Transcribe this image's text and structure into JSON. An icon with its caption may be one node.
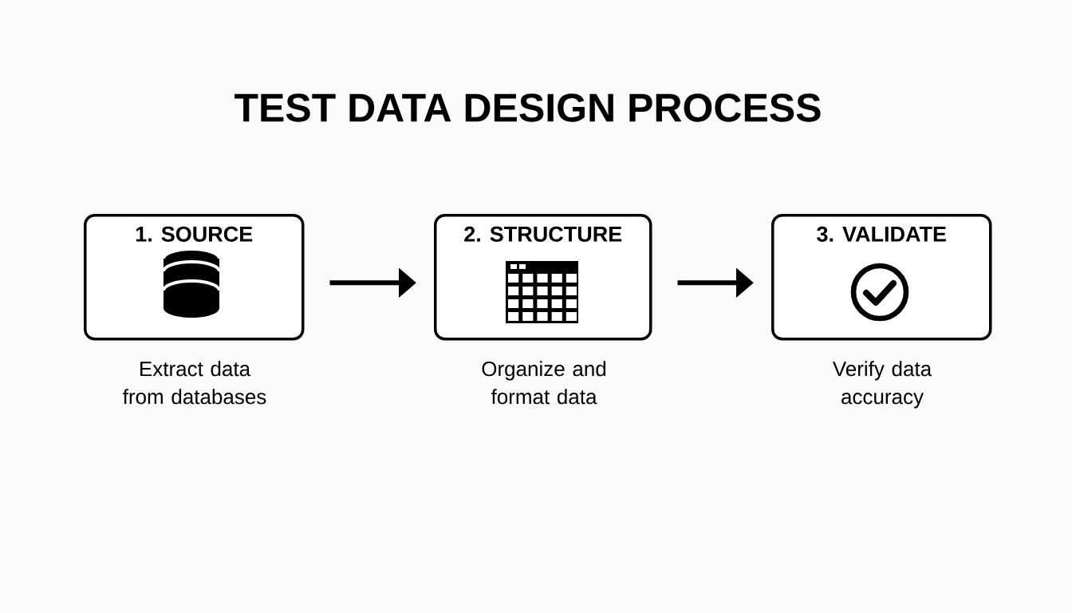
{
  "diagram": {
    "title": "TEST DATA DESIGN PROCESS",
    "nodes": [
      {
        "text": [
          "1. SOURCE"
        ],
        "beside": [
          "Extract data from databases"
        ]
      },
      {
        "text": [
          "2. STRUCTURE"
        ],
        "beside": [
          "Organize and format data"
        ]
      },
      {
        "text": [
          "3. VALIDATE"
        ],
        "beside": [
          "Verify data accuracy"
        ]
      }
    ],
    "edges": [
      {
        "from": 0,
        "to": 1,
        "arrow": "to"
      },
      {
        "from": 1,
        "to": 2,
        "arrow": "to"
      }
    ]
  }
}
